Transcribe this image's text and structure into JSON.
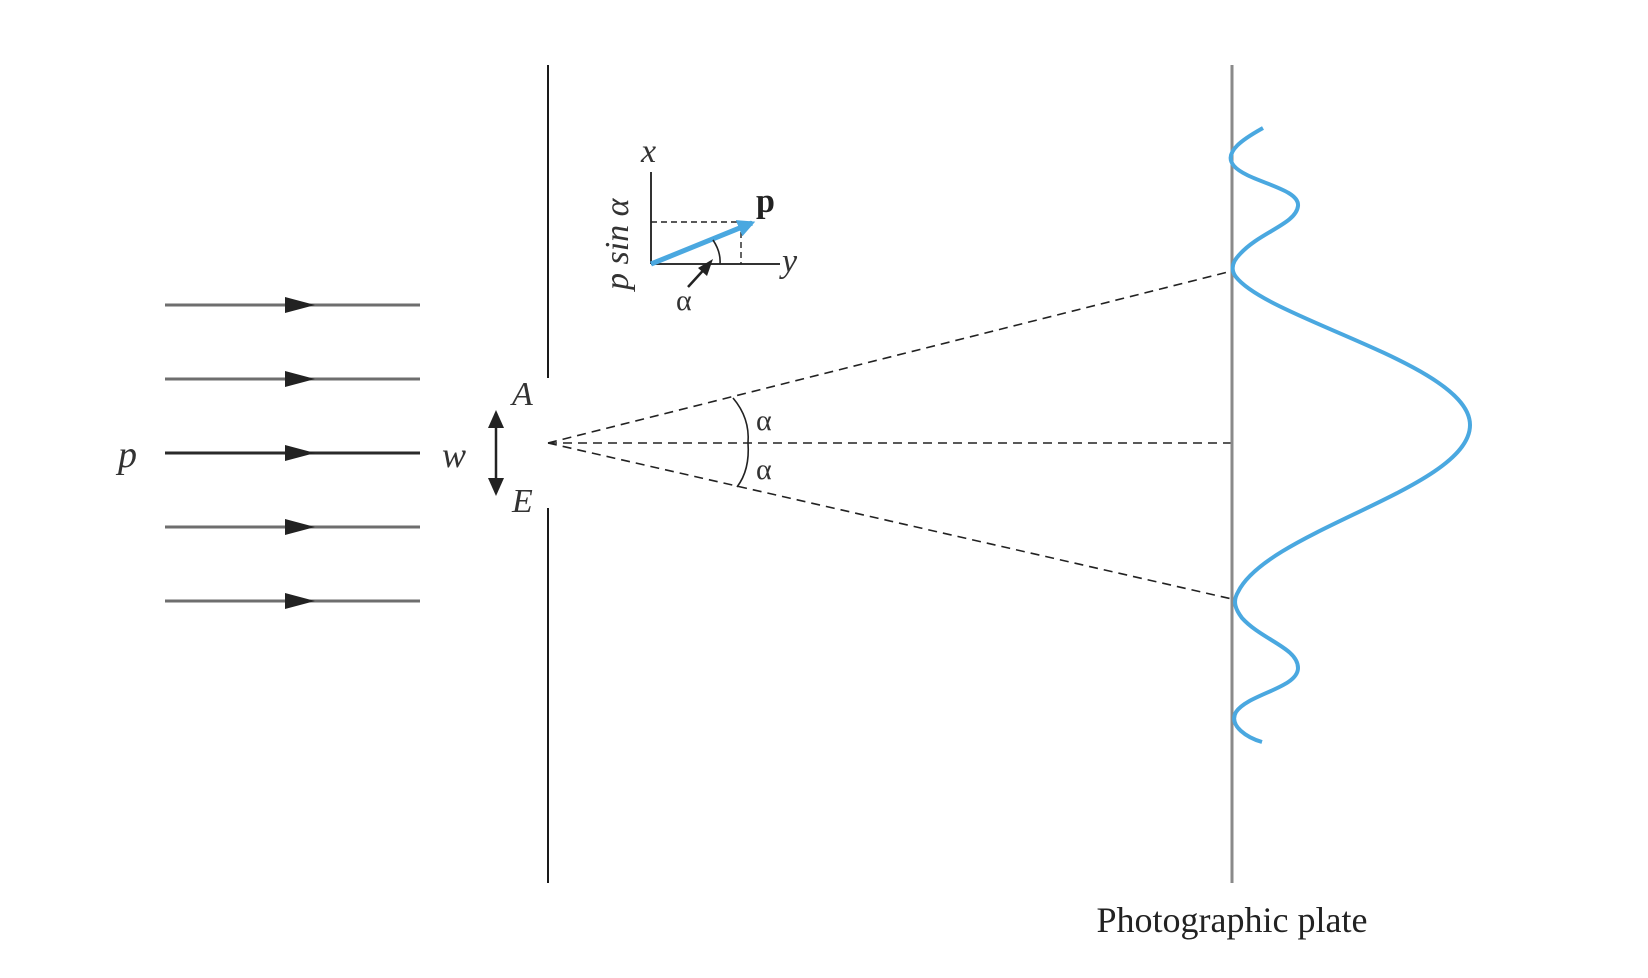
{
  "labels": {
    "momentum": "p",
    "slit_width": "w",
    "slit_top": "A",
    "slit_bottom": "E",
    "angle_upper": "α",
    "angle_lower": "α",
    "plate_caption": "Photographic plate"
  },
  "inset": {
    "axis_x": "x",
    "axis_y": "y",
    "vector": "p",
    "component": "p sin α",
    "angle": "α"
  },
  "colors": {
    "intensity_curve": "#4aa8e0",
    "momentum_vector": "#4aa8e0",
    "plate": "#8a8a8a",
    "lines": "#222222"
  }
}
